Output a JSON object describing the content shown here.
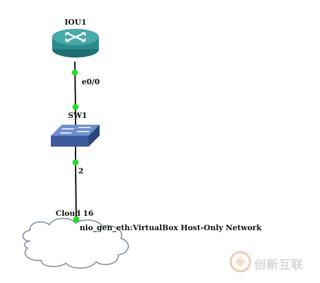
{
  "nodes": {
    "router": {
      "label": "IOU1",
      "icon": "router-icon",
      "color": "#2a8a8c"
    },
    "switch": {
      "label": "SW1",
      "icon": "switch-icon",
      "color": "#3d5a9c"
    },
    "cloud": {
      "label": "Cloud 16",
      "icon": "cloud-icon"
    }
  },
  "links": {
    "router_port": "e0/0",
    "switch_port": "2",
    "cloud_port": "nio_gen_eth:VirtualBox Host-Only Network",
    "port_color": "#22dd22"
  },
  "watermark": {
    "text": "创新互联",
    "icon": "watermark-logo-icon"
  }
}
